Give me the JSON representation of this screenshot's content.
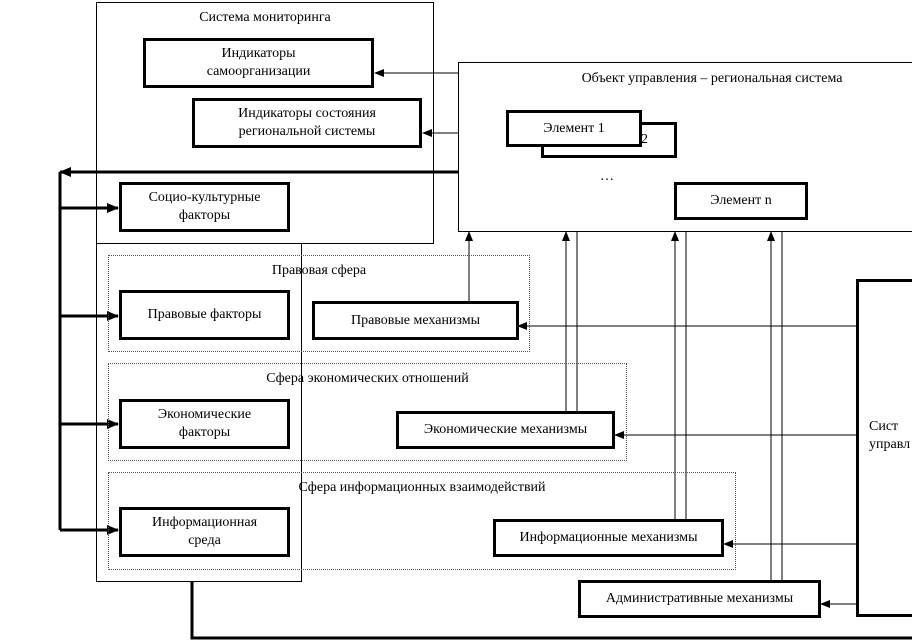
{
  "regions": {
    "monitoring": "Система мониторинга",
    "object": "Объект управления – региональная система",
    "legal": "Правовая сфера",
    "economic": "Сфера экономических отношений",
    "information": "Сфера информационных взаимодействий",
    "control_partial": "Сист\nуправл"
  },
  "boxes": {
    "self_org": "Индикаторы\nсамоорганизации",
    "state_ind": "Индикаторы состояния\nрегиональной системы",
    "element1": "Элемент 1",
    "element2": "2",
    "ellipsis": "…",
    "element_n": "Элемент n",
    "socio": "Социо-культурные\nфакторы",
    "legal_factors": "Правовые факторы",
    "legal_mech": "Правовые механизмы",
    "econ_factors": "Экономические\nфакторы",
    "econ_mech": "Экономические механизмы",
    "info_env": "Информационная\nсреда",
    "info_mech": "Информационные механизмы",
    "admin_mech": "Административные механизмы"
  }
}
